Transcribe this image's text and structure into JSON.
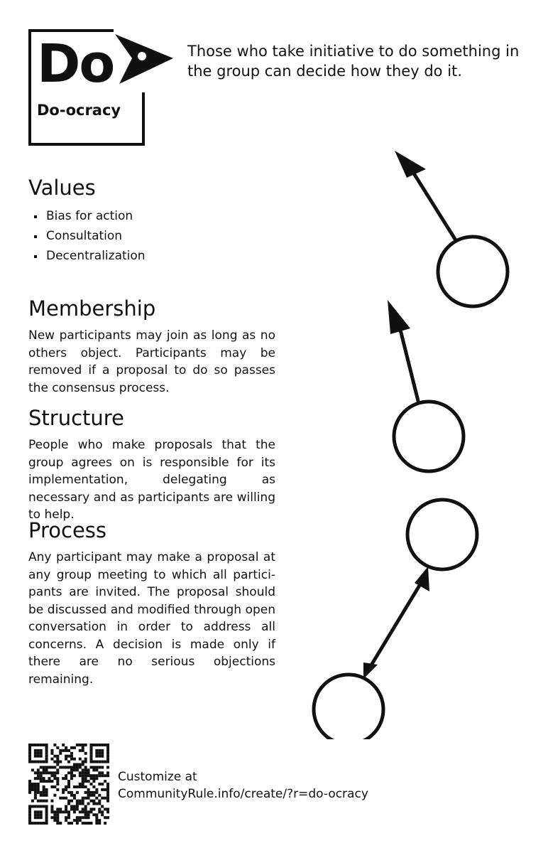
{
  "header": {
    "logo_glyph": "Do",
    "logo_name": "Do-ocracy",
    "tagline": "Those who take initiative to do something in the group can decide how they do it."
  },
  "sections": {
    "values": {
      "heading": "Values",
      "items": [
        "Bias for action",
        "Consultation",
        "Decentralization"
      ]
    },
    "membership": {
      "heading": "Membership",
      "text": "New participants may join as long as no others object. Participants may be removed if a proposal to do so passes the consensus process."
    },
    "structure": {
      "heading": "Structure",
      "text": "People who make proposals that the group agrees on is responsible for its implementation, delegating as necessary and as participants are willing to help."
    },
    "process": {
      "heading": "Process",
      "text": "Any participant may make a proposal at any group meeting to which all partici-pants are invited. The proposal should be discussed and modified through open conversation in order to address all concerns. A decision is made only if there are no serious objections remaining."
    }
  },
  "footer": {
    "customize_label": "Customize at",
    "customize_url": "CommunityRule.info/create/?r=do-ocracy"
  },
  "colors": {
    "ink": "#111111",
    "paper": "#ffffff"
  },
  "icons": [
    "logo-arrow-icon",
    "node-arrow-diagram",
    "qr-code-icon"
  ]
}
